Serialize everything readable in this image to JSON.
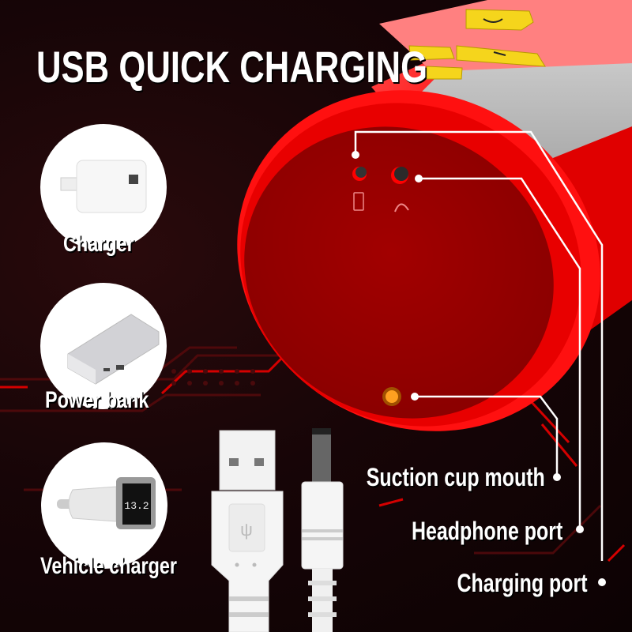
{
  "title": "USB QUICK CHARGING",
  "accessories": [
    {
      "label": "Charger",
      "icon": "wall-charger-icon"
    },
    {
      "label": "Power bank",
      "icon": "power-bank-icon"
    },
    {
      "label": "Vehicle charger",
      "icon": "car-charger-icon",
      "display": "13.2"
    }
  ],
  "callouts": [
    {
      "label": "Suction cup mouth"
    },
    {
      "label": "Headphone port"
    },
    {
      "label": "Charging port"
    }
  ],
  "device": {
    "buttons": [
      "power-button",
      "plus-button",
      "minus-button",
      "mode-button"
    ],
    "port_icons": [
      "battery-charge-icon",
      "headphone-icon"
    ]
  },
  "cables": [
    "usb-a-plug",
    "dc-barrel-plug"
  ],
  "colors": {
    "accent_red": "#e00000",
    "dark_red": "#9c0000",
    "button_yellow": "#f5d51c",
    "background": "#140406"
  }
}
